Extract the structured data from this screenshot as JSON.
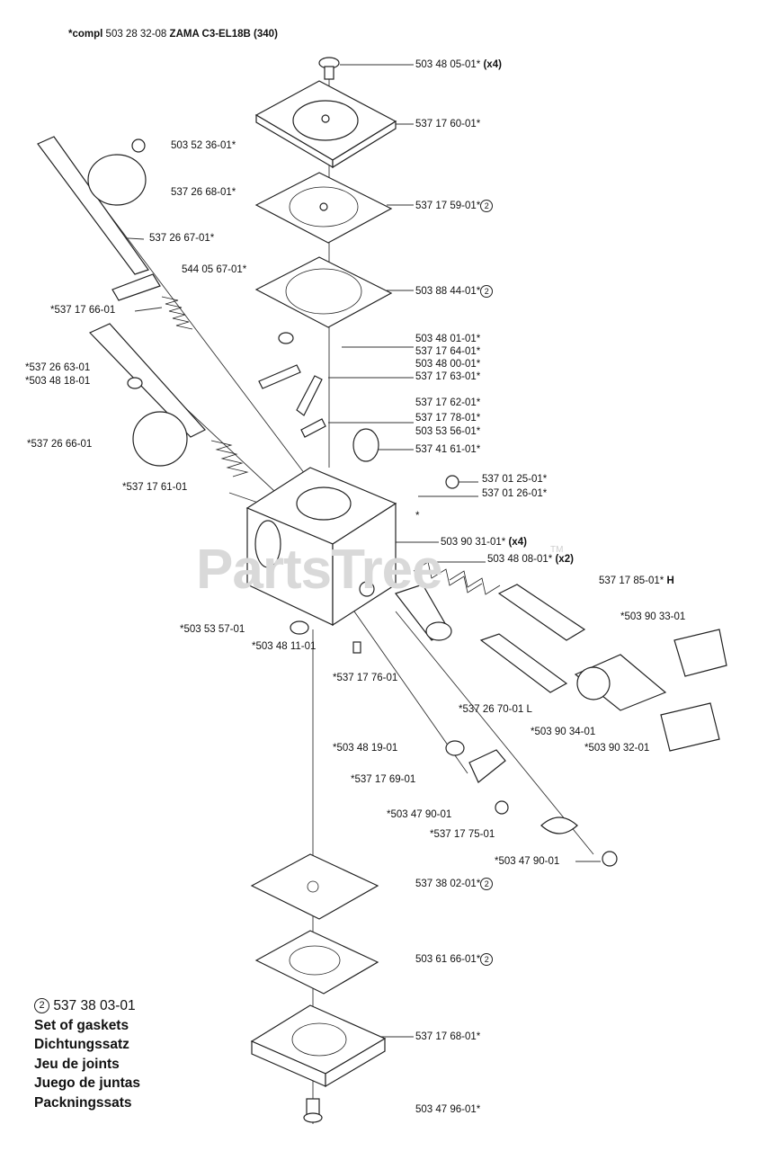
{
  "header": {
    "compl_prefix": "*compl",
    "compl_number": "503 28 32-08",
    "compl_model": "ZAMA C3-EL18B (340)"
  },
  "watermark": {
    "text": "PartsTree",
    "tm": "TM"
  },
  "labels": [
    {
      "id": "l1",
      "text": "503 48 05-01*",
      "suffix": "(x4)",
      "circled": ""
    },
    {
      "id": "l2",
      "text": "537 17 60-01*",
      "suffix": "",
      "circled": ""
    },
    {
      "id": "l3",
      "text": "503 52 36-01*",
      "suffix": "",
      "circled": ""
    },
    {
      "id": "l4",
      "text": "537 26 68-01*",
      "suffix": "",
      "circled": ""
    },
    {
      "id": "l5",
      "text": "537 17 59-01*",
      "suffix": "",
      "circled": "2"
    },
    {
      "id": "l6",
      "text": "537 26 67-01*",
      "suffix": "",
      "circled": ""
    },
    {
      "id": "l7",
      "text": "544 05 67-01*",
      "suffix": "",
      "circled": ""
    },
    {
      "id": "l8",
      "text": "503 88 44-01*",
      "suffix": "",
      "circled": "2"
    },
    {
      "id": "l9",
      "text": "*537 17 66-01",
      "suffix": "",
      "circled": ""
    },
    {
      "id": "l10",
      "text": "503 48 01-01*",
      "suffix": "",
      "circled": ""
    },
    {
      "id": "l11",
      "text": "537 17 64-01*",
      "suffix": "",
      "circled": ""
    },
    {
      "id": "l12",
      "text": "503 48 00-01*",
      "suffix": "",
      "circled": ""
    },
    {
      "id": "l13",
      "text": "537 17 63-01*",
      "suffix": "",
      "circled": ""
    },
    {
      "id": "l14",
      "text": "*537 26 63-01",
      "suffix": "",
      "circled": ""
    },
    {
      "id": "l15",
      "text": "*503 48 18-01",
      "suffix": "",
      "circled": ""
    },
    {
      "id": "l16",
      "text": "537 17 62-01*",
      "suffix": "",
      "circled": ""
    },
    {
      "id": "l17",
      "text": "537 17 78-01*",
      "suffix": "",
      "circled": ""
    },
    {
      "id": "l18",
      "text": "503 53 56-01*",
      "suffix": "",
      "circled": ""
    },
    {
      "id": "l19",
      "text": "*537 26 66-01",
      "suffix": "",
      "circled": ""
    },
    {
      "id": "l20",
      "text": "537 41 61-01*",
      "suffix": "",
      "circled": ""
    },
    {
      "id": "l21",
      "text": "537 01 25-01*",
      "suffix": "",
      "circled": ""
    },
    {
      "id": "l22",
      "text": "*537 17 61-01",
      "suffix": "",
      "circled": ""
    },
    {
      "id": "l23",
      "text": "537 01 26-01*",
      "suffix": "",
      "circled": ""
    },
    {
      "id": "l24",
      "text": "*",
      "suffix": "",
      "circled": ""
    },
    {
      "id": "l25",
      "text": "503 90 31-01*",
      "suffix": "(x4)",
      "circled": ""
    },
    {
      "id": "l26",
      "text": "503 48 08-01*",
      "suffix": "(x2)",
      "circled": ""
    },
    {
      "id": "l27",
      "text": "537 17 85-01*",
      "suffix": "H",
      "circled": ""
    },
    {
      "id": "l28",
      "text": "*503 90 33-01",
      "suffix": "",
      "circled": ""
    },
    {
      "id": "l29",
      "text": "*503 53 57-01",
      "suffix": "",
      "circled": ""
    },
    {
      "id": "l30",
      "text": "*503 48 11-01",
      "suffix": "",
      "circled": ""
    },
    {
      "id": "l31",
      "text": "*537 17 76-01",
      "suffix": "",
      "circled": ""
    },
    {
      "id": "l32",
      "text": "*537 26 70-01",
      "suffix": "L",
      "circled": ""
    },
    {
      "id": "l33",
      "text": "*503 90 34-01",
      "suffix": "",
      "circled": ""
    },
    {
      "id": "l34",
      "text": "*503 90 32-01",
      "suffix": "",
      "circled": ""
    },
    {
      "id": "l35",
      "text": "*503 48 19-01",
      "suffix": "",
      "circled": ""
    },
    {
      "id": "l36",
      "text": "*537 17 69-01",
      "suffix": "",
      "circled": ""
    },
    {
      "id": "l37",
      "text": "*503 47 90-01",
      "suffix": "",
      "circled": ""
    },
    {
      "id": "l38",
      "text": "*537 17 75-01",
      "suffix": "",
      "circled": ""
    },
    {
      "id": "l39",
      "text": "*503 47 90-01",
      "suffix": "",
      "circled": ""
    },
    {
      "id": "l40",
      "text": "537 38 02-01*",
      "suffix": "",
      "circled": "2"
    },
    {
      "id": "l41",
      "text": "503 61 66-01*",
      "suffix": "",
      "circled": "2"
    },
    {
      "id": "l42",
      "text": "537 17 68-01*",
      "suffix": "",
      "circled": ""
    },
    {
      "id": "l43",
      "text": "503 47 96-01*",
      "suffix": "",
      "circled": ""
    }
  ],
  "legend": {
    "circled": "2",
    "number": "537 38 03-01",
    "lines": [
      "Set of gaskets",
      "Dichtungssatz",
      "Jeu de joints",
      "Juego de juntas",
      "Packningssats"
    ]
  }
}
